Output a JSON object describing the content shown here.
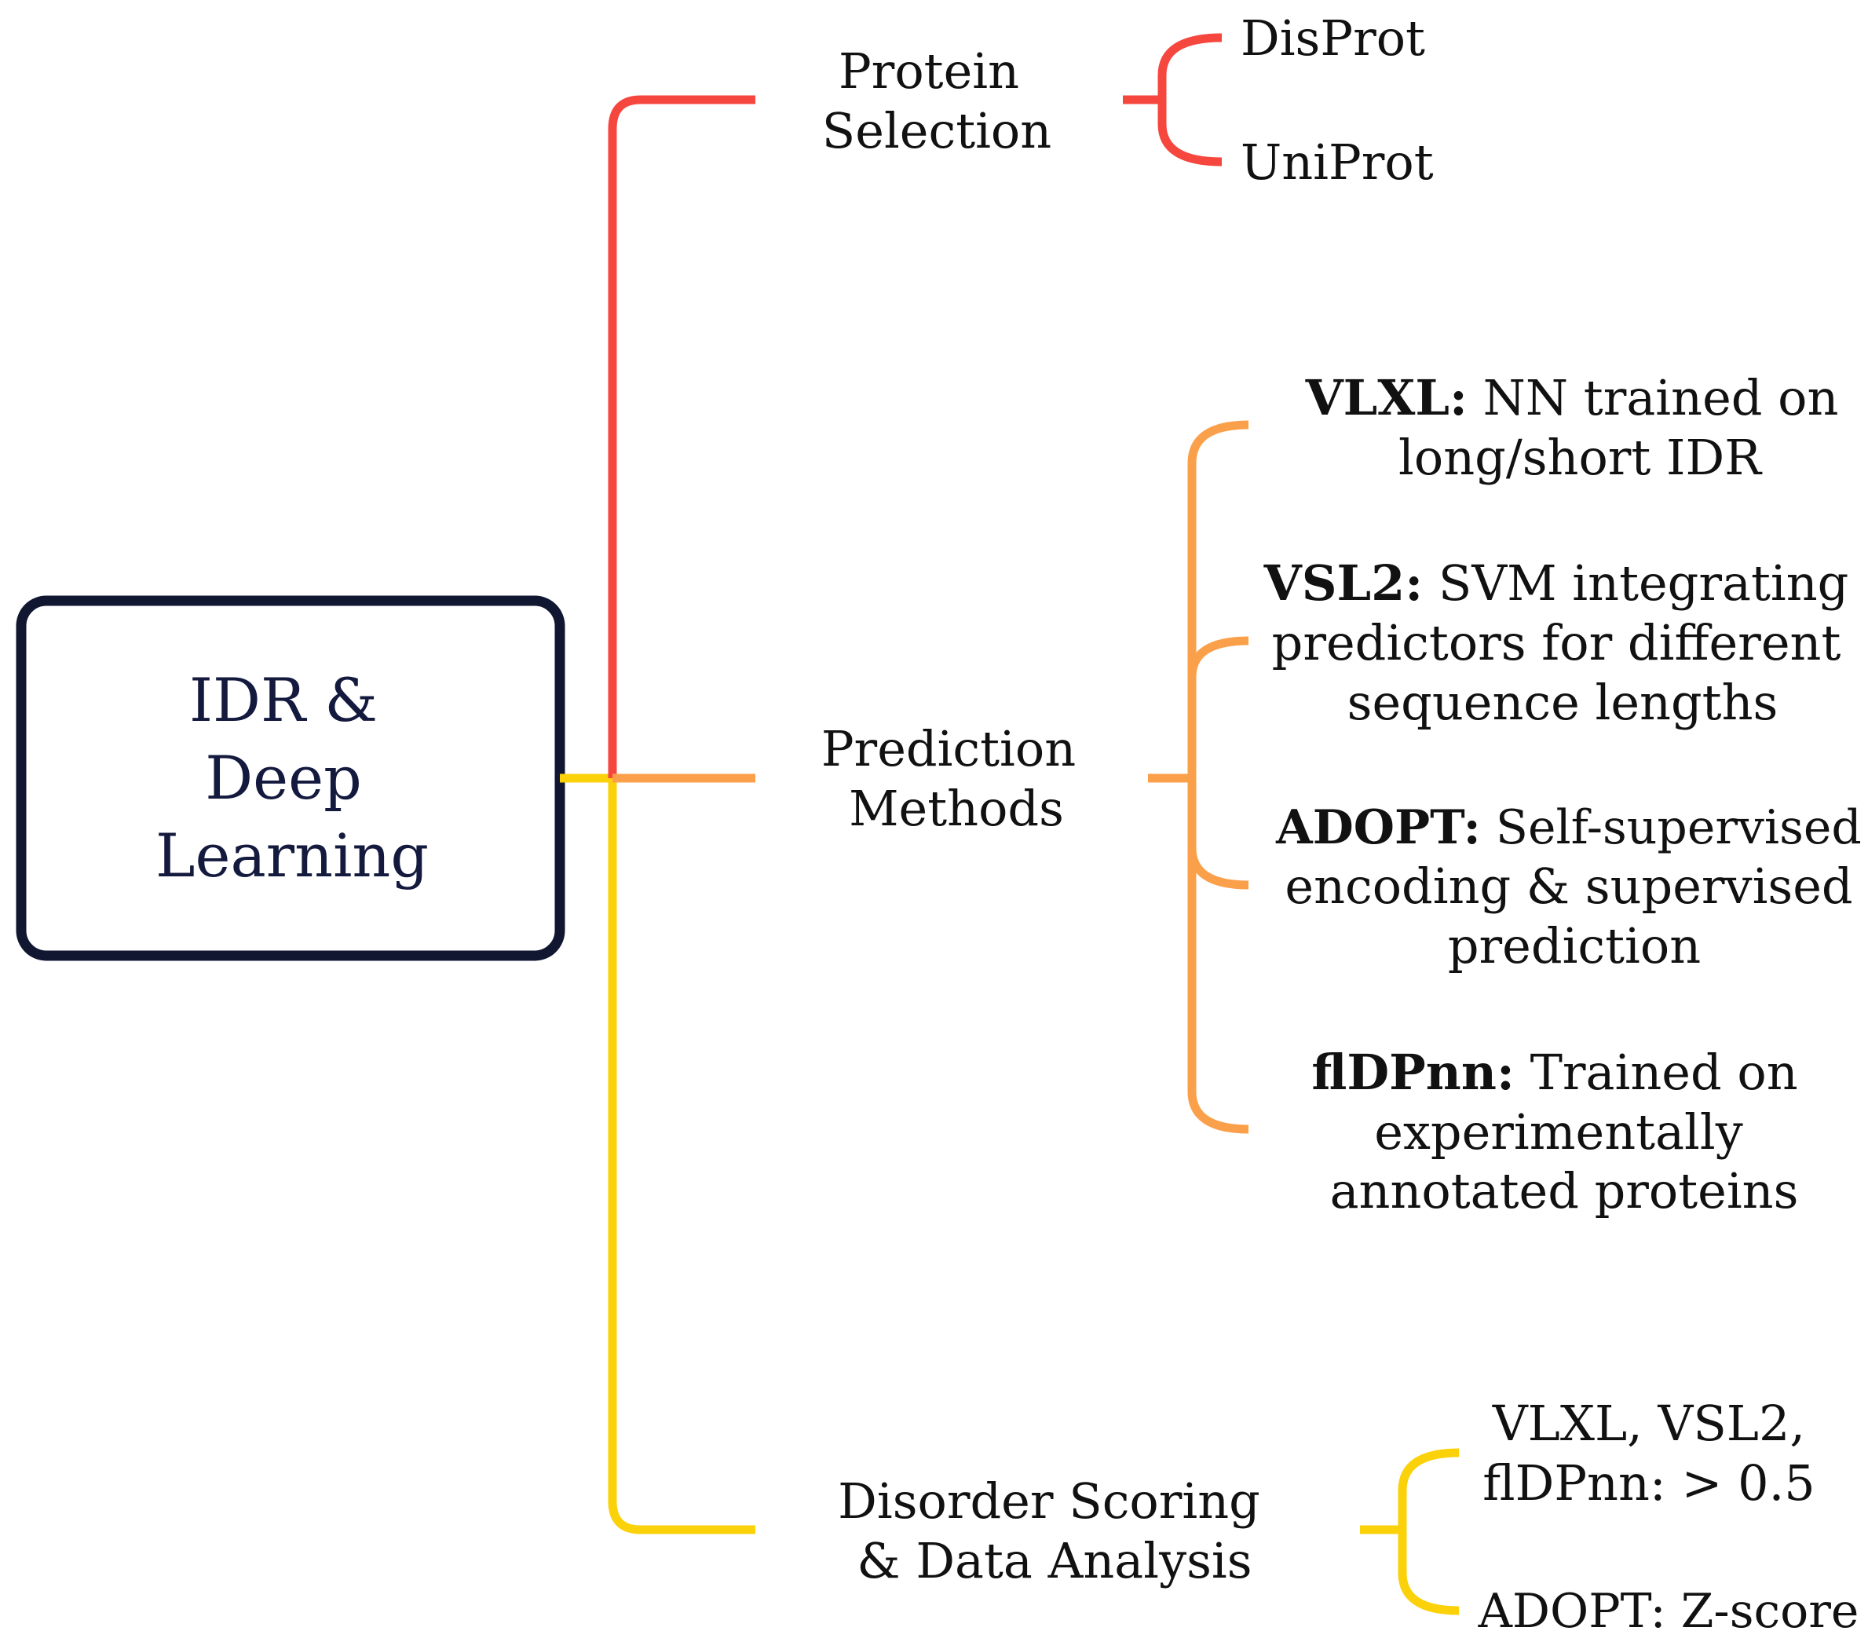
{
  "colors": {
    "red": "#f6473f",
    "orange": "#fba04a",
    "yellow": "#fbd10a",
    "root_border": "#111631",
    "text": "#111111"
  },
  "root": {
    "line1": "IDR &",
    "line2": "Deep",
    "line3": "Learning"
  },
  "branches": {
    "protein_selection": {
      "label1": "Protein",
      "label2": "Selection",
      "items": [
        "DisProt",
        "UniProt"
      ]
    },
    "prediction_methods": {
      "label1": "Prediction",
      "label2": "Methods",
      "items": [
        {
          "name": "VLXL:",
          "line1_rest": " NN trained on",
          "line2": "long/short IDR"
        },
        {
          "name": "VSL2:",
          "line1_rest": " SVM integrating",
          "line2": "predictors for different",
          "line3": "sequence lengths"
        },
        {
          "name": "ADOPT:",
          "line1_rest": " Self-supervised",
          "line2": "encoding & supervised",
          "line3": "prediction"
        },
        {
          "name": "flDPnn:",
          "line1_rest": " Trained on",
          "line2": "experimentally",
          "line3": "annotated proteins"
        }
      ]
    },
    "disorder_scoring": {
      "label1": "Disorder Scoring",
      "label2": "& Data Analysis",
      "items": [
        {
          "line1": "VLXL, VSL2,",
          "line2": "flDPnn: > 0.5"
        },
        {
          "line1": "ADOPT: Z-score"
        }
      ]
    }
  }
}
